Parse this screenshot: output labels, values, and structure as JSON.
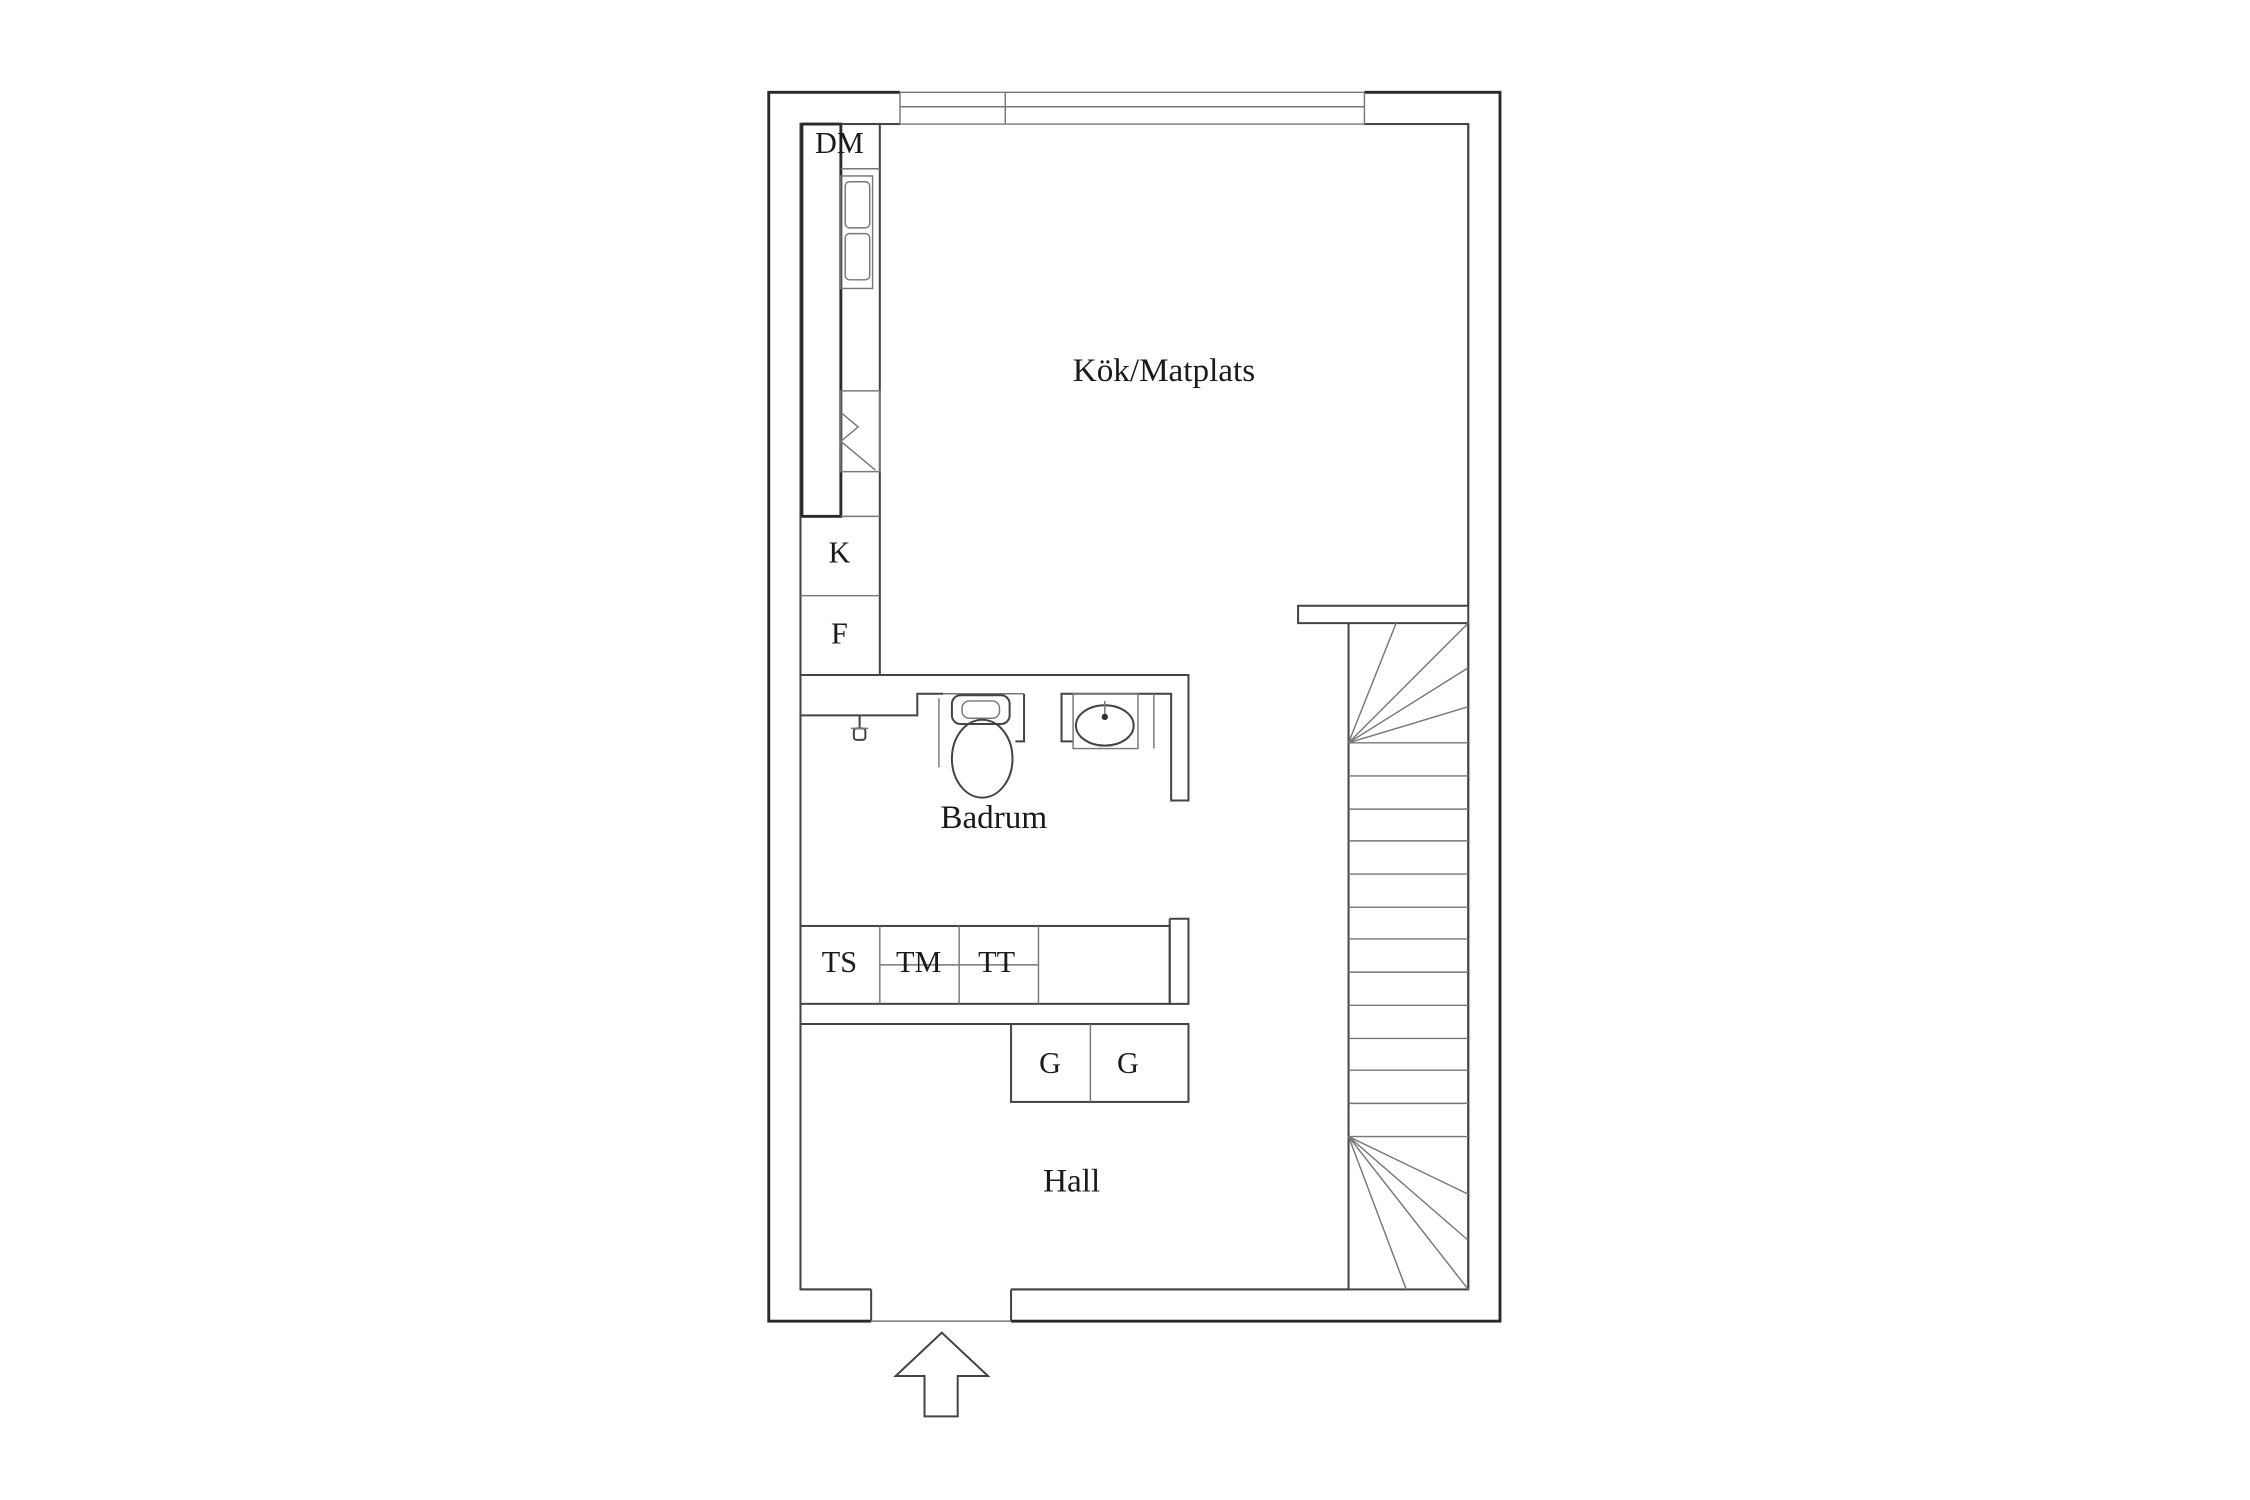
{
  "rooms": {
    "kitchen": "Kök/Matplats",
    "bathroom": "Badrum",
    "hall": "Hall"
  },
  "appliances": {
    "dishwasher": "DM",
    "fridge": "K",
    "freezer": "F",
    "dryer_cabinet": "TS",
    "washing_machine": "TM",
    "tumble_dryer": "TT",
    "wardrobe_1": "G",
    "wardrobe_2": "G"
  },
  "icons": {
    "entrance": "entrance-arrow-icon",
    "toilet": "toilet-icon",
    "sink": "sink-icon",
    "shower": "shower-icon",
    "stairs": "staircase-icon"
  }
}
